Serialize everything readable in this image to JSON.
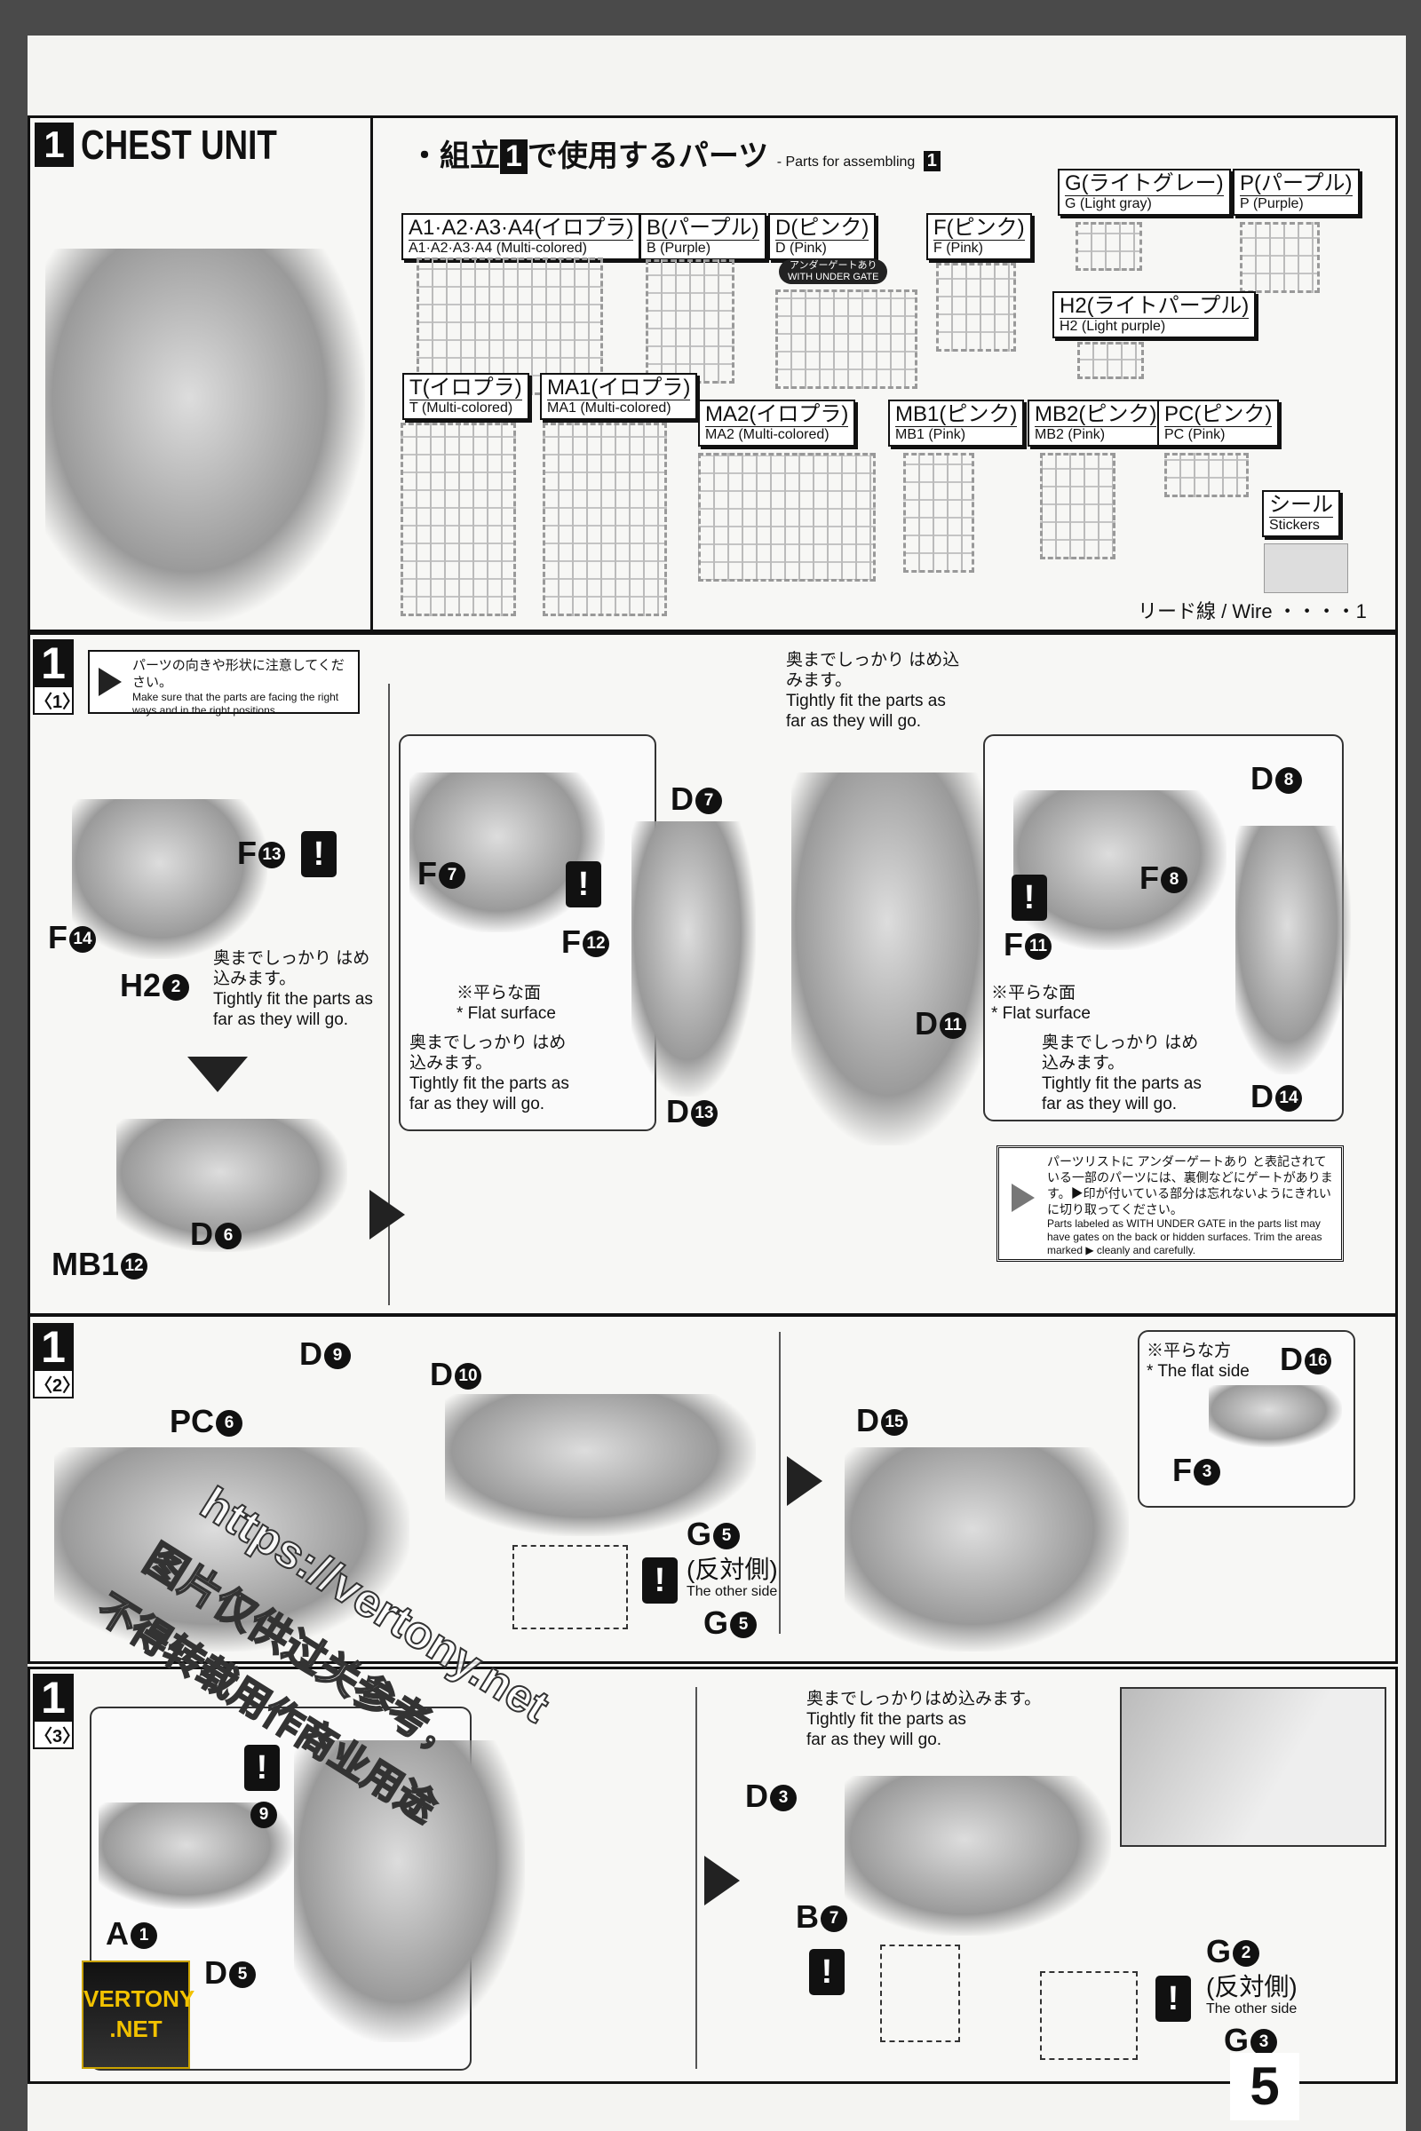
{
  "header": {
    "step_num": "1",
    "title": "CHEST UNIT"
  },
  "parts": {
    "heading_pre": "・組立",
    "heading_num": "1",
    "heading_post": "で使用するパーツ",
    "heading_en": "- Parts for assembling",
    "heading_en_num": "1",
    "runners": [
      {
        "jp": "A1·A2·A3·A4(イロプラ)",
        "en": "A1·A2·A3·A4 (Multi-colored)"
      },
      {
        "jp": "B(パープル)",
        "en": "B (Purple)"
      },
      {
        "jp": "D(ピンク)",
        "en": "D (Pink)"
      },
      {
        "jp": "F(ピンク)",
        "en": "F (Pink)"
      },
      {
        "jp": "G(ライトグレー)",
        "en": "G (Light gray)"
      },
      {
        "jp": "P(パープル)",
        "en": "P (Purple)"
      },
      {
        "jp": "H2(ライトパープル)",
        "en": "H2 (Light purple)"
      },
      {
        "jp": "T(イロプラ)",
        "en": "T (Multi-colored)"
      },
      {
        "jp": "MA1(イロプラ)",
        "en": "MA1 (Multi-colored)"
      },
      {
        "jp": "MA2(イロプラ)",
        "en": "MA2 (Multi-colored)"
      },
      {
        "jp": "MB1(ピンク)",
        "en": "MB1 (Pink)"
      },
      {
        "jp": "MB2(ピンク)",
        "en": "MB2 (Pink)"
      },
      {
        "jp": "PC(ピンク)",
        "en": "PC (Pink)"
      }
    ],
    "under_gate_jp": "アンダーゲートあり",
    "under_gate_en": "WITH UNDER GATE",
    "stickers_jp": "シール",
    "stickers_en": "Stickers",
    "wire": "リード線 / Wire ・・・・1"
  },
  "step1_1": {
    "num": "1",
    "sub": "〈1〉",
    "caution_jp": "パーツの向きや形状に注意してください。",
    "caution_en": "Make sure that the parts are facing the right ways and in the right positions.",
    "fit_jp": "奥までしっかり はめ込みます。",
    "fit_en": "Tightly fit the parts as far as they will go.",
    "flat_jp": "※平らな面",
    "flat_en": "* Flat surface",
    "labels": {
      "f13": "F",
      "f13n": "13",
      "f14": "F",
      "f14n": "14",
      "h2": "H2",
      "h2n": "2",
      "mb1": "MB1",
      "mb1n": "12",
      "d6": "D",
      "d6n": "6",
      "f7": "F",
      "f7n": "7",
      "f12": "F",
      "f12n": "12",
      "d7": "D",
      "d7n": "7",
      "d13": "D",
      "d13n": "13",
      "d11": "D",
      "d11n": "11",
      "f8": "F",
      "f8n": "8",
      "f11": "F",
      "f11n": "11",
      "d8": "D",
      "d8n": "8",
      "d14": "D",
      "d14n": "14"
    },
    "gate_note_jp": "パーツリストに アンダーゲートあり と表記されている一部のパーツには、裏側などにゲートがあります。▶印が付いている部分は忘れないようにきれいに切り取ってください。",
    "gate_note_en": "Parts labeled as WITH UNDER GATE in the parts list may have gates on the back or hidden surfaces. Trim the areas marked ▶ cleanly and carefully."
  },
  "step1_2": {
    "num": "1",
    "sub": "〈2〉",
    "labels": {
      "d9": "D",
      "d9n": "9",
      "pc6": "PC",
      "pc6n": "6",
      "d10": "D",
      "d10n": "10",
      "g5": "G",
      "g5n": "5",
      "d15": "D",
      "d15n": "15",
      "d16": "D",
      "d16n": "16",
      "f3": "F",
      "f3n": "3"
    },
    "other_jp": "(反対側)",
    "other_en": "The other side",
    "flat_jp": "※平らな方",
    "flat_en": "* The flat side"
  },
  "step1_3": {
    "num": "1",
    "sub": "〈3〉",
    "labels": {
      "a1": "A",
      "a1n": "1",
      "d5": "D",
      "d5n": "5",
      "n9": "9",
      "d3": "D",
      "d3n": "3",
      "b7": "B",
      "b7n": "7",
      "g2": "G",
      "g2n": "2",
      "g3": "G",
      "g3n": "3"
    },
    "fit_jp": "奥までしっかりはめ込みます。",
    "fit_en": "Tightly fit the parts as far as they will go.",
    "other_jp": "(反対側)",
    "other_en": "The other side"
  },
  "watermark": {
    "url": "https://vertony.net",
    "cn": "图片仅供过关参考，",
    "cn2": "不得转载用作商业用途",
    "logo": "VERTONY .NET"
  },
  "page_number": "5"
}
